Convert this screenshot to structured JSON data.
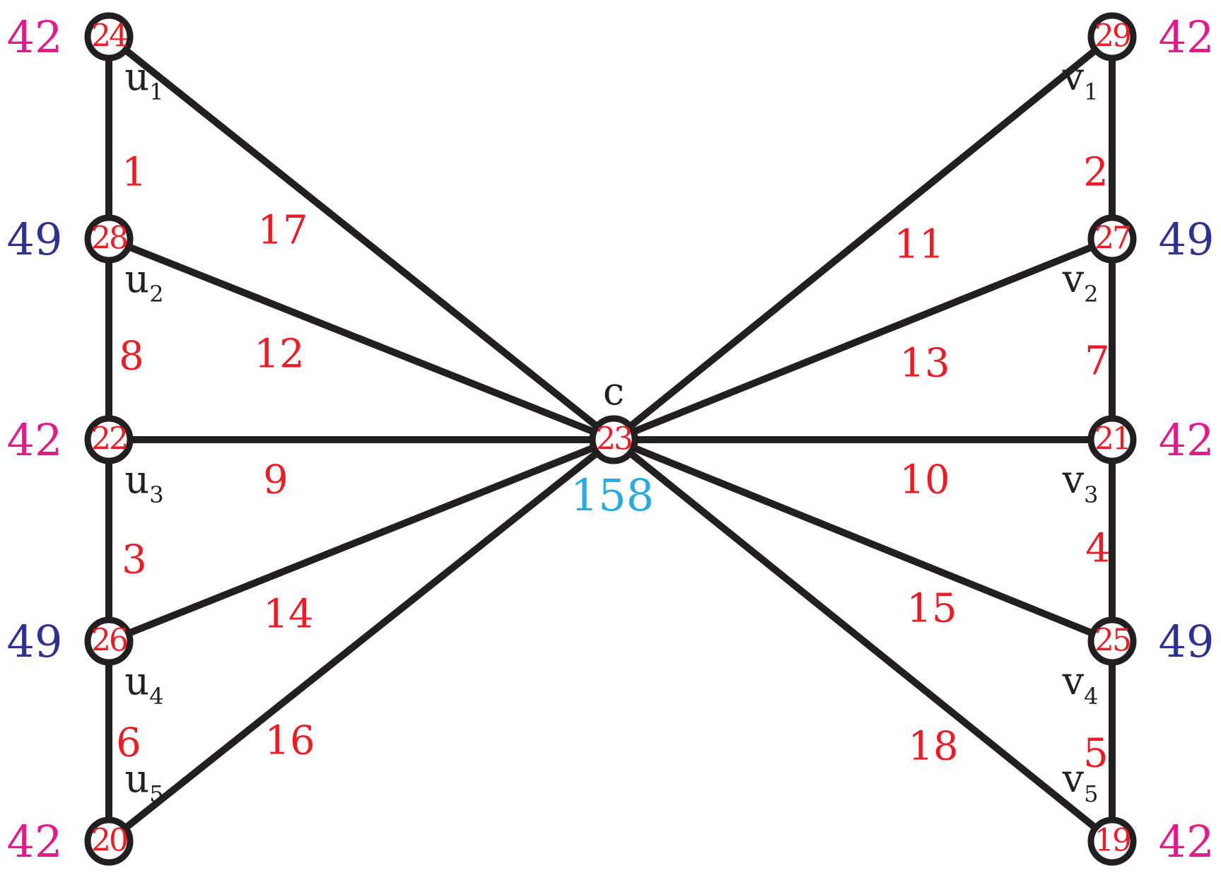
{
  "colors": {
    "edge": "#231f20",
    "vertex_label": "#ed1c24",
    "edge_label": "#ed1c24",
    "sum_42": "#e6198c",
    "sum_49": "#2e3192",
    "sum_center": "#29abe2",
    "name": "#231f20"
  },
  "nodes": {
    "c": {
      "name": "c",
      "subscript": "",
      "label": "23",
      "sum": "158",
      "sum_color": "#29abe2"
    },
    "u1": {
      "name": "u",
      "subscript": "1",
      "label": "24",
      "sum": "42",
      "sum_color": "#e6198c"
    },
    "u2": {
      "name": "u",
      "subscript": "2",
      "label": "28",
      "sum": "49",
      "sum_color": "#2e3192"
    },
    "u3": {
      "name": "u",
      "subscript": "3",
      "label": "22",
      "sum": "42",
      "sum_color": "#e6198c"
    },
    "u4": {
      "name": "u",
      "subscript": "4",
      "label": "26",
      "sum": "49",
      "sum_color": "#2e3192"
    },
    "u5": {
      "name": "u",
      "subscript": "5",
      "label": "20",
      "sum": "42",
      "sum_color": "#e6198c"
    },
    "v1": {
      "name": "v",
      "subscript": "1",
      "label": "29",
      "sum": "42",
      "sum_color": "#e6198c"
    },
    "v2": {
      "name": "v",
      "subscript": "2",
      "label": "27",
      "sum": "49",
      "sum_color": "#2e3192"
    },
    "v3": {
      "name": "v",
      "subscript": "3",
      "label": "21",
      "sum": "42",
      "sum_color": "#e6198c"
    },
    "v4": {
      "name": "v",
      "subscript": "4",
      "label": "25",
      "sum": "49",
      "sum_color": "#2e3192"
    },
    "v5": {
      "name": "v",
      "subscript": "5",
      "label": "19",
      "sum": "42",
      "sum_color": "#e6198c"
    }
  },
  "edges": [
    {
      "from": "u1",
      "to": "u2",
      "label": "1"
    },
    {
      "from": "v1",
      "to": "v2",
      "label": "2"
    },
    {
      "from": "u3",
      "to": "u4",
      "label": "3"
    },
    {
      "from": "v3",
      "to": "v4",
      "label": "4"
    },
    {
      "from": "v4",
      "to": "v5",
      "label": "5"
    },
    {
      "from": "u4",
      "to": "u5",
      "label": "6"
    },
    {
      "from": "v2",
      "to": "v3",
      "label": "7"
    },
    {
      "from": "u2",
      "to": "u3",
      "label": "8"
    },
    {
      "from": "u3",
      "to": "c",
      "label": "9"
    },
    {
      "from": "c",
      "to": "v3",
      "label": "10"
    },
    {
      "from": "c",
      "to": "v1",
      "label": "11"
    },
    {
      "from": "u2",
      "to": "c",
      "label": "12"
    },
    {
      "from": "c",
      "to": "v2",
      "label": "13"
    },
    {
      "from": "u4",
      "to": "c",
      "label": "14"
    },
    {
      "from": "c",
      "to": "v4",
      "label": "15"
    },
    {
      "from": "u5",
      "to": "c",
      "label": "16"
    },
    {
      "from": "u1",
      "to": "c",
      "label": "17"
    },
    {
      "from": "c",
      "to": "v5",
      "label": "18"
    }
  ]
}
